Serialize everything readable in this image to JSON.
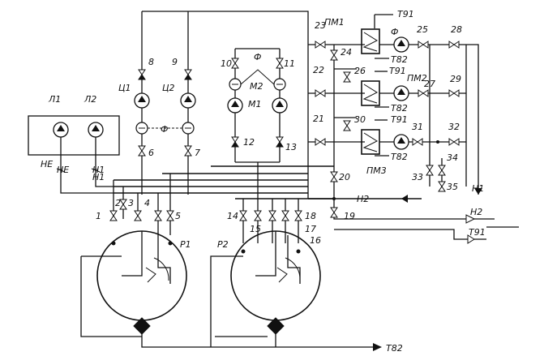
{
  "labels": {
    "t91_top": "T91",
    "pm1": "ПМ1",
    "f_pm1": "Ф",
    "t82_a": "T82",
    "v23": "23",
    "v24": "24",
    "v25": "25",
    "v28": "28",
    "v22": "22",
    "v26": "26",
    "t91_b": "T91",
    "pm2": "ПМ2",
    "v27": "27",
    "v29": "29",
    "t82_b": "T82",
    "v21": "21",
    "v30": "30",
    "t91_c": "T91",
    "v31": "31",
    "v32": "32",
    "pm3": "ПМ3",
    "t82_c": "T82",
    "v33": "33",
    "v34": "34",
    "v35": "35",
    "v8": "8",
    "v9": "9",
    "c1": "Ц1",
    "c2": "Ц2",
    "f_c": "Ф",
    "v6": "6",
    "v7": "7",
    "v10": "10",
    "v11": "11",
    "f_m": "Ф",
    "m2": "М2",
    "m1": "М1",
    "v12": "12",
    "v13": "13",
    "l1": "Л1",
    "l2": "Л2",
    "ne": "НЕ",
    "n1_left": "Н1",
    "ne_lead": "НЕ",
    "n1_lead": "Н1",
    "v20": "20",
    "v19": "19",
    "v1": "1",
    "v2": "2",
    "v3": "3",
    "v4": "4",
    "v5": "5",
    "v14": "14",
    "v15": "15",
    "v16": "16",
    "v17": "17",
    "v18": "18",
    "n2_mid": "Н2",
    "n1_right": "Н1",
    "n2_right": "Н2",
    "t91_right": "T91",
    "r1": "Р1",
    "r2": "Р2",
    "t82_bottom": "T82"
  }
}
